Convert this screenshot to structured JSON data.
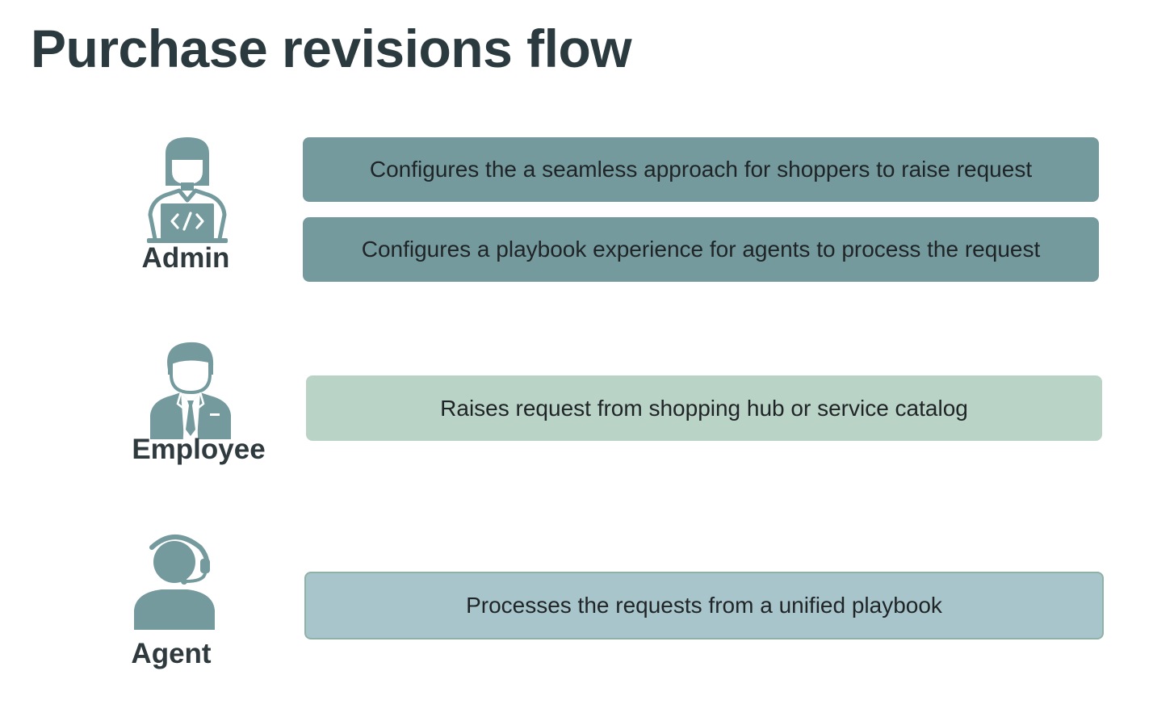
{
  "title": "Purchase revisions flow",
  "colors": {
    "title_text": "#2b3a3f",
    "icon_fill": "#749a9e",
    "admin_box": "#749a9e",
    "employee_box": "#bad3c7",
    "agent_box": "#a8c5cb",
    "agent_box_border": "#8fb2a6"
  },
  "roles": [
    {
      "label": "Admin",
      "icon": "woman-with-laptop-code-icon",
      "steps": [
        "Configures the a seamless approach for shoppers to raise request",
        "Configures a playbook experience for agents to process the request"
      ]
    },
    {
      "label": "Employee",
      "icon": "businessman-with-tie-icon",
      "steps": [
        "Raises request from shopping hub or service catalog"
      ]
    },
    {
      "label": "Agent",
      "icon": "headset-agent-icon",
      "steps": [
        "Processes the requests from a unified playbook"
      ]
    }
  ]
}
